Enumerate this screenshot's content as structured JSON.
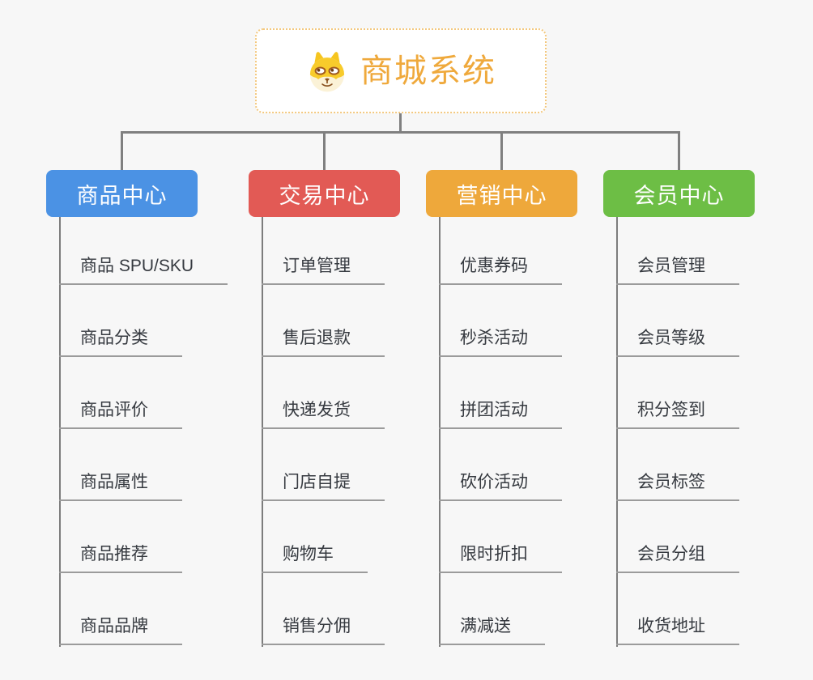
{
  "canvas": {
    "background_color": "#f7f7f7",
    "connector_color": "#808080"
  },
  "root": {
    "title": "商城系统",
    "icon": "doge-icon",
    "text_color": "#efa93c",
    "border_color": "#f3c87e",
    "background_color": "#ffffff"
  },
  "branches": [
    {
      "label": "商品中心",
      "color": "#4b92e4",
      "items": [
        "商品 SPU/SKU",
        "商品分类",
        "商品评价",
        "商品属性",
        "商品推荐",
        "商品品牌"
      ]
    },
    {
      "label": "交易中心",
      "color": "#e25a55",
      "items": [
        "订单管理",
        "售后退款",
        "快递发货",
        "门店自提",
        "购物车",
        "销售分佣"
      ]
    },
    {
      "label": "营销中心",
      "color": "#eea83b",
      "items": [
        "优惠券码",
        "秒杀活动",
        "拼团活动",
        "砍价活动",
        "限时折扣",
        "满减送"
      ]
    },
    {
      "label": "会员中心",
      "color": "#6dbe45",
      "items": [
        "会员管理",
        "会员等级",
        "积分签到",
        "会员标签",
        "会员分组",
        "收货地址"
      ]
    }
  ]
}
